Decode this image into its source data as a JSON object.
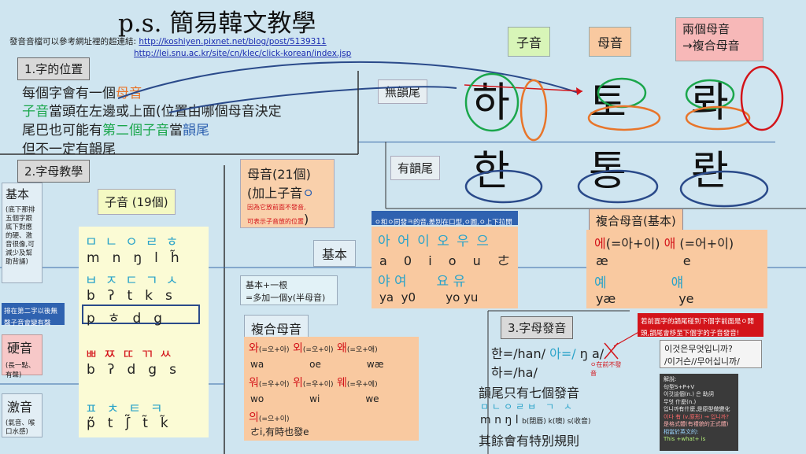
{
  "title": "p.s. 簡易韓文教學",
  "links": {
    "prefix": "發音音檔可以參考網址裡的超連結: ",
    "url1": "http://koshiyen.pixnet.net/blog/post/5139311",
    "url2": "http://lei.snu.ac.kr/site/cn/klec/click-korean/index.jsp"
  },
  "section1": {
    "label": "1.字的位置",
    "l1a": "每個字會有一個",
    "l1b": "母音",
    "l2a": "子音",
    "l2b": "當頭在左邊或上面(位置由哪個母音決定",
    "l3a": "尾巴也可能有",
    "l3b": "第二個子音",
    "l3c": "當",
    "l3d": "韻尾",
    "l4": "但不一定有韻尾"
  },
  "top_tags": {
    "consonant": "子音",
    "vowel": "母音",
    "two_vowel_1": "兩個母音",
    "two_vowel_2": "→複合母音"
  },
  "rows": {
    "no_final": "無韻尾",
    "with_final": "有韻尾"
  },
  "hangul": {
    "r1": [
      "하",
      "토",
      "롸"
    ],
    "r2": [
      "한",
      "통",
      "롼"
    ]
  },
  "section2": {
    "label": "2.字母教學",
    "basic": "基本",
    "basic_note": "(底下那排五個字跟底下對應的硬、激音很像,可減少及幫助背誦)",
    "consonant_title": "子音 (19個)",
    "row1_h": [
      "ㅁ",
      "ㄴ",
      "ㅇ",
      "ㄹ",
      "ㅎ"
    ],
    "row1_r": [
      "m",
      "n",
      "ŋ",
      "l",
      "h̃"
    ],
    "row2_h": [
      "ㅂ",
      "ㅈ",
      "ㄷ",
      "ㄱ",
      "ㅅ"
    ],
    "row2_r": [
      "b",
      "ʔ",
      "t",
      "k",
      "s"
    ],
    "row3_r": [
      "p",
      "ㅎ",
      "d",
      "g"
    ],
    "second_note": "排在第二字以後無聲子音會變有聲",
    "hard": "硬音",
    "hard_note": "(長一點、有聲)",
    "row4_h": [
      "ㅃ",
      "ㅉ",
      "ㄸ",
      "ㄲ",
      "ㅆ"
    ],
    "row4_r": [
      "b",
      "ʔ",
      "d",
      "g",
      "s"
    ],
    "asp": "激音",
    "asp_note": "(氣音、喉口水感)",
    "row5_h": [
      "ㅍ",
      "ㅊ",
      "ㅌ",
      "ㅋ"
    ],
    "row5_r": [
      "p̃",
      "tʃ̃",
      "t̃",
      "k̃"
    ]
  },
  "vowel_box": {
    "t1": "母音(21個)",
    "t2": "(加上子音",
    "t2b": "ㅇ",
    "t3": "因為它放前面不發音,",
    "t4": "可表示子音放的位置",
    "t4b": ")"
  },
  "basic_vowel": {
    "label": "基本",
    "note": "ㅇ和ㅇ同發ㅋ的音,差別在口型,ㅇ圓,ㅇ上下拉開",
    "h1": [
      "아",
      "어",
      "이",
      "오",
      "우",
      "으"
    ],
    "r1": [
      "a",
      "0",
      "i",
      "o",
      "u",
      "ㄜ"
    ],
    "h2": [
      "야",
      "여",
      "",
      "요",
      "유",
      ""
    ],
    "r2": [
      "ya",
      "y0",
      "",
      "yo",
      "yu",
      ""
    ]
  },
  "plus_box": {
    "l1": "基本+一根",
    "l2": "=多加一個y(半母音)"
  },
  "compound_basic": {
    "label": "複合母音(基本)",
    "a1": "에",
    "a2": "(=아+이)",
    "a3": "애",
    "a4": "(=어+이)",
    "r1a": "æ",
    "r1b": "e",
    "b1": "예",
    "b2": "얘",
    "r2a": "yæ",
    "r2b": "ye"
  },
  "compound": {
    "label": "複合母音",
    "items": [
      {
        "h": "와",
        "f": "(=오+아)",
        "r": "wa"
      },
      {
        "h": "외",
        "f": "(=오+이)",
        "r": "oe"
      },
      {
        "h": "왜",
        "f": "(=오+애)",
        "r": "wæ"
      },
      {
        "h": "워",
        "f": "(=우+어)",
        "r": "wo"
      },
      {
        "h": "위",
        "f": "(=우+이)",
        "r": "wi"
      },
      {
        "h": "웨",
        "f": "(=우+에)",
        "r": "we"
      }
    ],
    "last_h": "의",
    "last_f": "(=으+이)",
    "last_r": "ㄜi,有時也發e"
  },
  "section3": {
    "label": "3.字母發音",
    "l1a": "한=/han/",
    "l1b": "아=/",
    "l1c": "ŋ a/",
    "l2": "하=/ha/",
    "red_note": "ㅇ在前不發音",
    "l3": "韻尾只有七個發音",
    "finals_h": "ㅁㄴㅇㄹㅂ ㄱ ㅅ",
    "finals_r": "m n ŋ l",
    "finals_r2": "b(閉唇)  k(噢)  s(收音)",
    "l4": "其餘會有特別規則"
  },
  "red_box": {
    "text": "若前面字的韻尾碰到下個字前面是ㅇ開頭,韻尾會移至下個字的子音發音!"
  },
  "example_box": {
    "l1": "이것은무엇입니까?",
    "l2": "/이거슨//무어십니까/"
  },
  "explain_box": {
    "l1": "解說:",
    "l2": "句型S+P+V",
    "l3": "이것這個(n.) 은 助詞",
    "l4": "무엇 什麼(n.)",
    "l5": "입니까有什麼,是原型做變化",
    "l6": "이다 有 (v.原形) → 입니까?",
    "l7": "是格式體(有禮貌的正式體)",
    "l8": "相當於英文的:",
    "l9": "This +what+ is"
  }
}
